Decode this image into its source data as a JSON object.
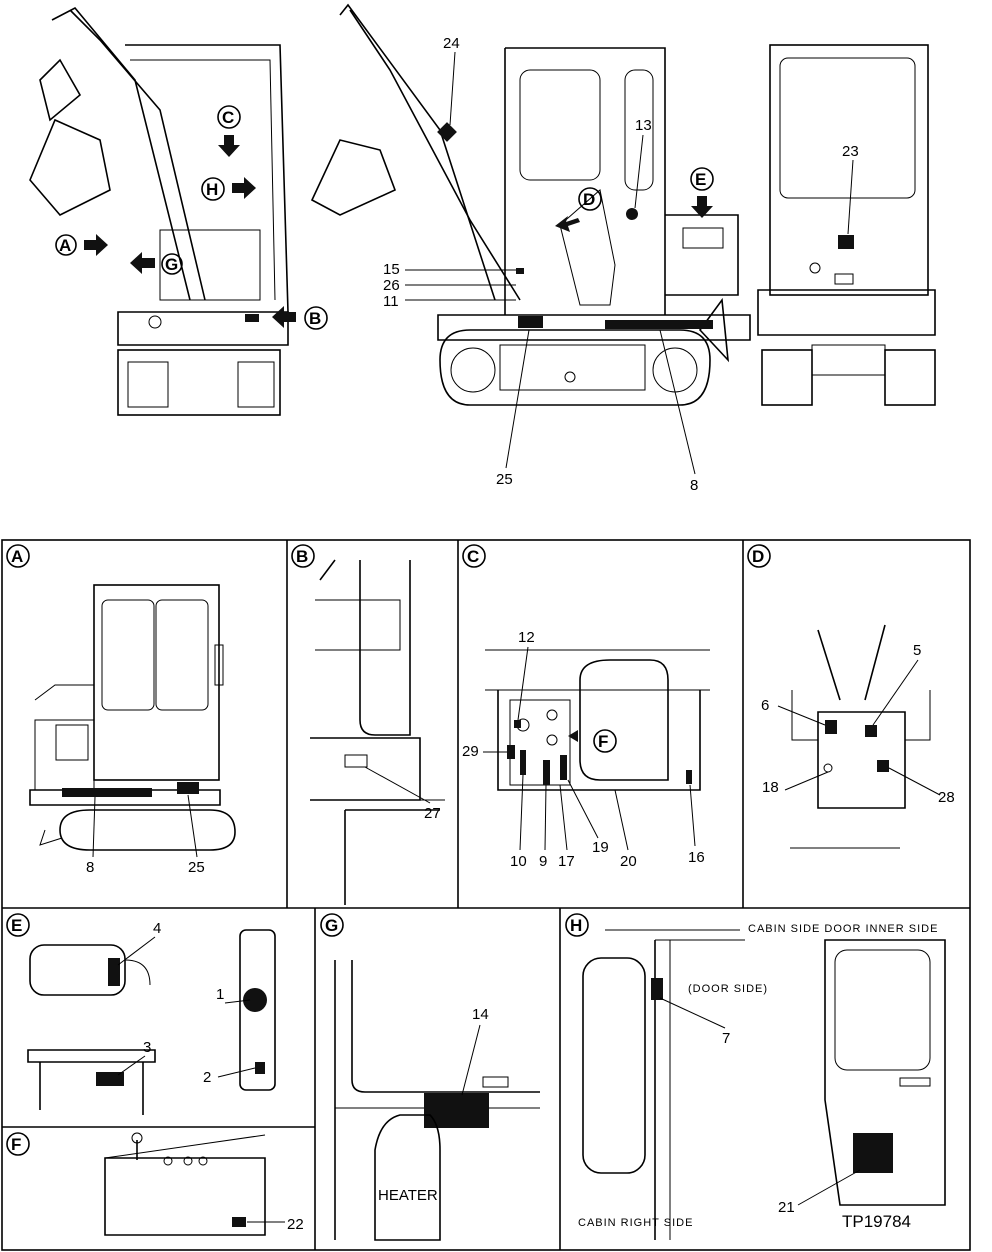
{
  "overview": {
    "arrows": [
      {
        "ref": "A"
      },
      {
        "ref": "B"
      },
      {
        "ref": "C"
      },
      {
        "ref": "D"
      },
      {
        "ref": "E"
      },
      {
        "ref": "G"
      },
      {
        "ref": "H"
      }
    ],
    "callouts": [
      "24",
      "13",
      "23",
      "15",
      "26",
      "11",
      "25",
      "8"
    ]
  },
  "panels": [
    {
      "ref": "A",
      "callouts": [
        "8",
        "25"
      ]
    },
    {
      "ref": "B",
      "callouts": [
        "27"
      ]
    },
    {
      "ref": "C",
      "callouts": [
        "12",
        "29",
        "10",
        "9",
        "17",
        "19",
        "20",
        "16"
      ],
      "inner_ref": "F"
    },
    {
      "ref": "D",
      "callouts": [
        "5",
        "6",
        "18",
        "28"
      ]
    },
    {
      "ref": "E",
      "callouts": [
        "4",
        "3",
        "1",
        "2"
      ]
    },
    {
      "ref": "F",
      "callouts": [
        "22"
      ]
    },
    {
      "ref": "G",
      "callouts": [
        "14"
      ],
      "text": "HEATER"
    },
    {
      "ref": "H",
      "callouts": [
        "7",
        "21"
      ],
      "texts": [
        "CABIN SIDE DOOR INNER SIDE",
        "(DOOR SIDE)",
        "CABIN RIGHT SIDE"
      ]
    }
  ],
  "figure_id": "TP19784"
}
